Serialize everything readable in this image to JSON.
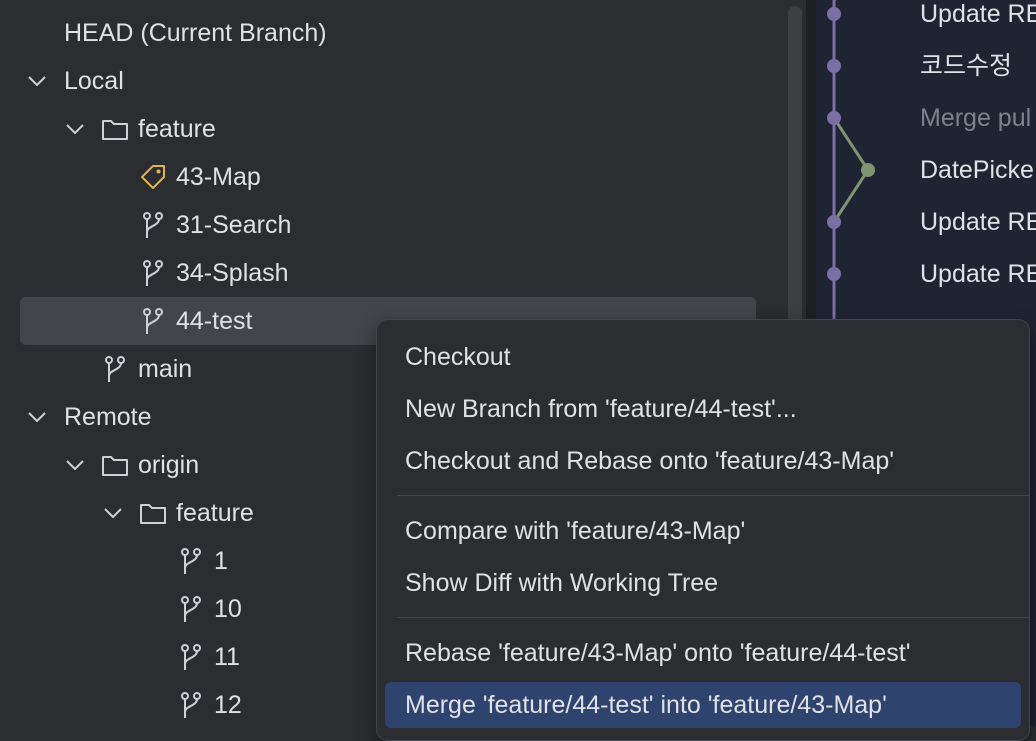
{
  "tree": {
    "head": "HEAD (Current Branch)",
    "local": "Local",
    "local_feature": "feature",
    "branches": [
      "43-Map",
      "31-Search",
      "34-Splash",
      "44-test"
    ],
    "main": "main",
    "remote": "Remote",
    "origin": "origin",
    "remote_feature": "feature",
    "remote_branches": [
      "1",
      "10",
      "11",
      "12"
    ]
  },
  "log": {
    "commits": [
      "Update RE",
      "코드수정",
      "Merge pul",
      "DatePicke",
      "Update RE",
      "Update RE"
    ]
  },
  "menu": {
    "checkout": "Checkout",
    "new_branch": "New Branch from 'feature/44-test'...",
    "checkout_rebase": "Checkout and Rebase onto 'feature/43-Map'",
    "compare": "Compare with 'feature/43-Map'",
    "show_diff": "Show Diff with Working Tree",
    "rebase": "Rebase 'feature/43-Map' onto 'feature/44-test'",
    "merge": "Merge 'feature/44-test' into 'feature/43-Map'"
  },
  "colors": {
    "graph_main": "#7b6fa6",
    "graph_branch": "#7f9470",
    "tag": "#e0b44a",
    "selection": "#2e436e"
  }
}
